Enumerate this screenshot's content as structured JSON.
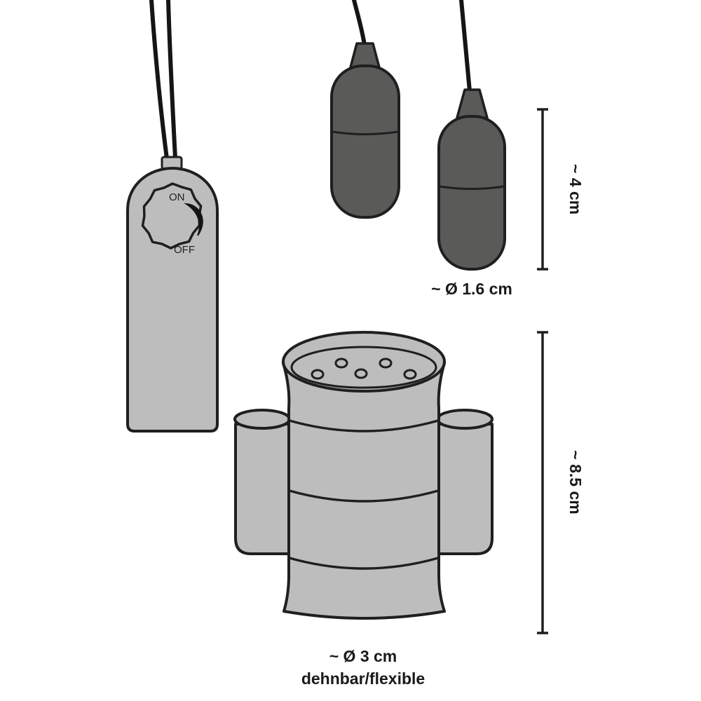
{
  "remote_control": {
    "dial": {
      "on_label": "ON",
      "off_label": "OFF"
    }
  },
  "bullets": {
    "height_label": "~ 4 cm",
    "diameter_label": "~ Ø 1.6 cm"
  },
  "sleeve": {
    "height_label": "~ 8.5 cm",
    "diameter_label": "~ Ø 3 cm",
    "material_label": "dehnbar/flexible"
  },
  "colors": {
    "outline": "#1f1f1f",
    "light_gray": "#bdbdbd",
    "bullet_gray": "#5a5a58",
    "cord": "#151515"
  }
}
